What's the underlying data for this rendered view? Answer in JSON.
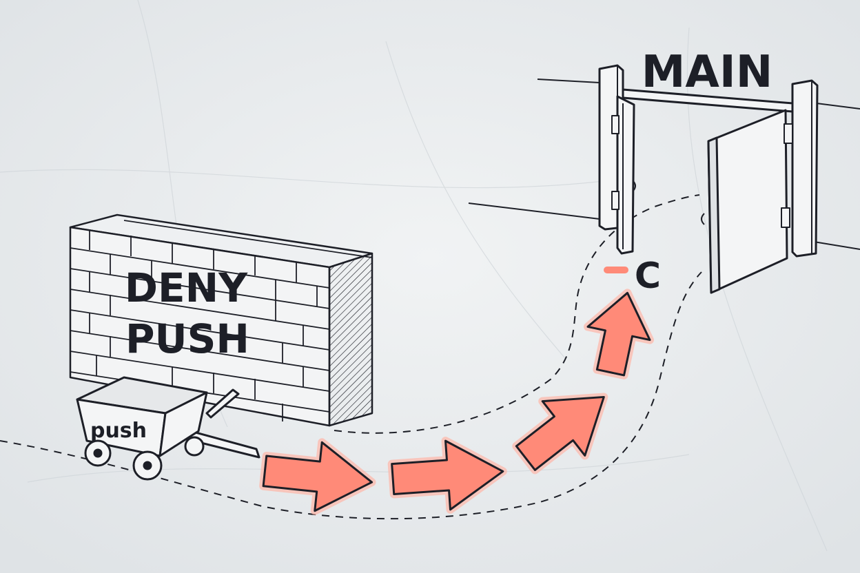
{
  "sign": {
    "text": "MAIN"
  },
  "wall": {
    "line1": "DENY",
    "line2": "PUSH"
  },
  "cart": {
    "label": "push"
  },
  "flag": {
    "dash": "-",
    "letter": "C"
  },
  "colors": {
    "paper": "#e9ecee",
    "ink": "#1d1f27",
    "arrow_fill": "#ff8a78",
    "arrow_glow": "#ffb6a8",
    "flag_dash": "#ff8a78"
  }
}
